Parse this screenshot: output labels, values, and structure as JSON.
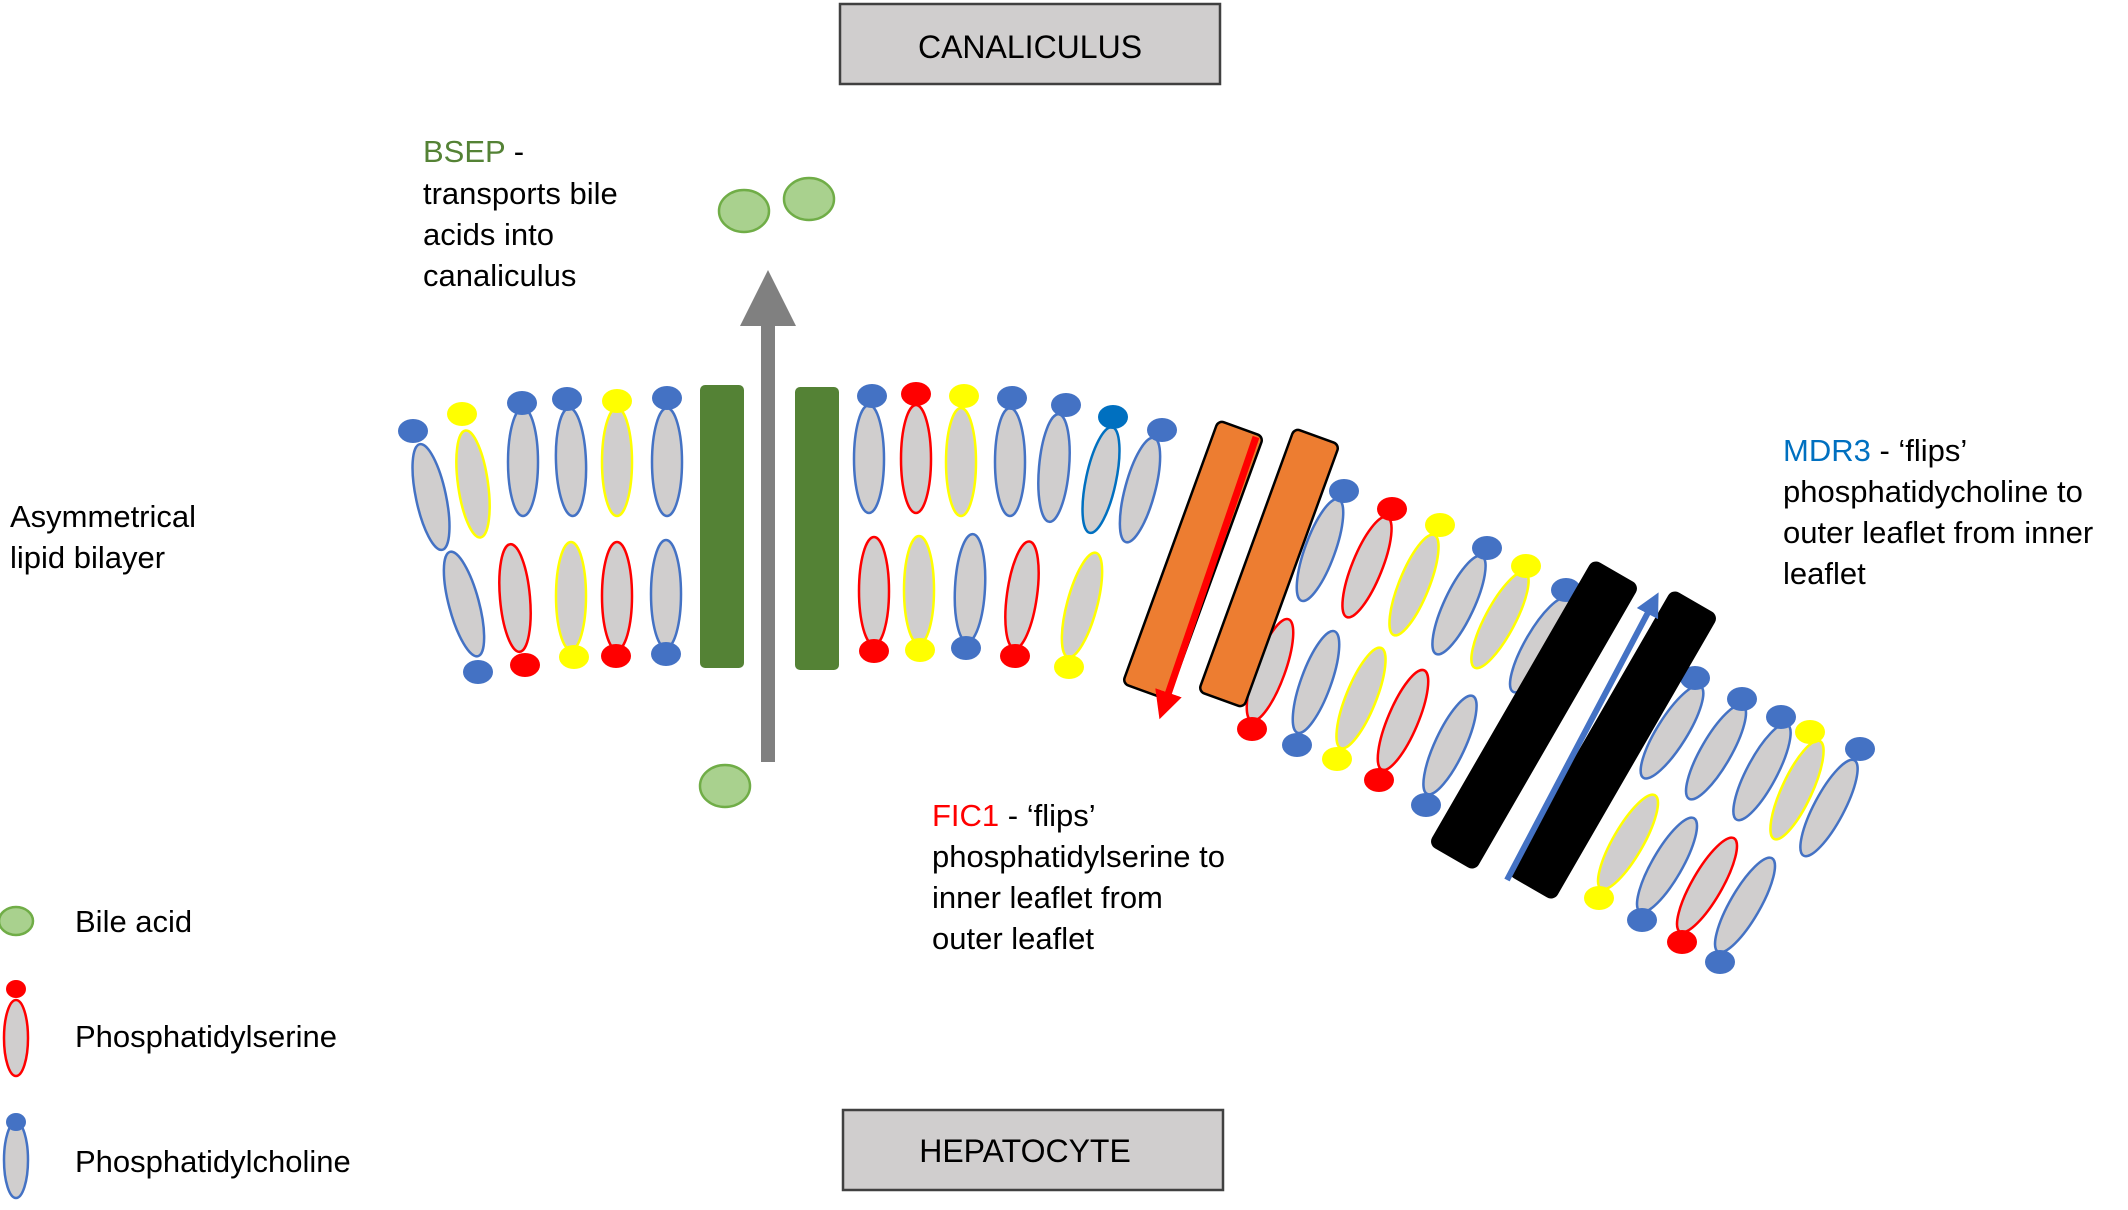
{
  "header_box": {
    "label": "CANALICULUS"
  },
  "footer_box": {
    "label": "HEPATOCYTE"
  },
  "bilayer_label": {
    "lines": [
      "Asymmetrical",
      "lipid bilayer"
    ]
  },
  "bsep": {
    "name": "BSEP",
    "suffix": " -",
    "lines": [
      "transports bile",
      "acids into",
      "canaliculus"
    ]
  },
  "fic1": {
    "name": "FIC1",
    "suffix": " - ‘flips’",
    "lines": [
      "phosphatidylserine to",
      "inner leaflet from",
      "outer leaflet"
    ]
  },
  "mdr3": {
    "name": "MDR3",
    "suffix": " - ‘flips’",
    "lines": [
      "phosphatidycholine to",
      "outer leaflet from inner",
      "leaflet"
    ]
  },
  "legend": [
    {
      "label": "Bile acid",
      "icon": "bile-acid-icon"
    },
    {
      "label": "Phosphatidylserine",
      "icon": "phosphatidylserine-icon"
    },
    {
      "label": "Phosphatidylcholine",
      "icon": "phosphatidylcholine-icon"
    }
  ],
  "colors": {
    "bsep": "#548235",
    "fic1_protein": "#ED7D31",
    "fic1_text": "#FF0000",
    "mdr3_protein": "#000000",
    "mdr3_text": "#0070C0",
    "bile_acid_fill": "#A9D18E",
    "bile_acid_stroke": "#70AD47",
    "phosphatidylserine": "#FF0000",
    "phosphatidylcholine": "#4472C4",
    "third_lipid": "#FFFF00",
    "tail_fill": "#D0CECE",
    "arrow_gray": "#808080",
    "arrow_red": "#FF0000",
    "arrow_blue": "#4472C4"
  }
}
